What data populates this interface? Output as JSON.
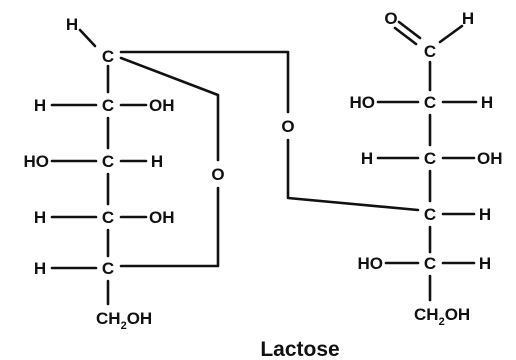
{
  "caption": "Lactose",
  "atoms": {
    "H": "H",
    "C": "C",
    "O": "O",
    "OH": "OH",
    "HO": "HO",
    "CH": "CH",
    "sub2": "2"
  }
}
